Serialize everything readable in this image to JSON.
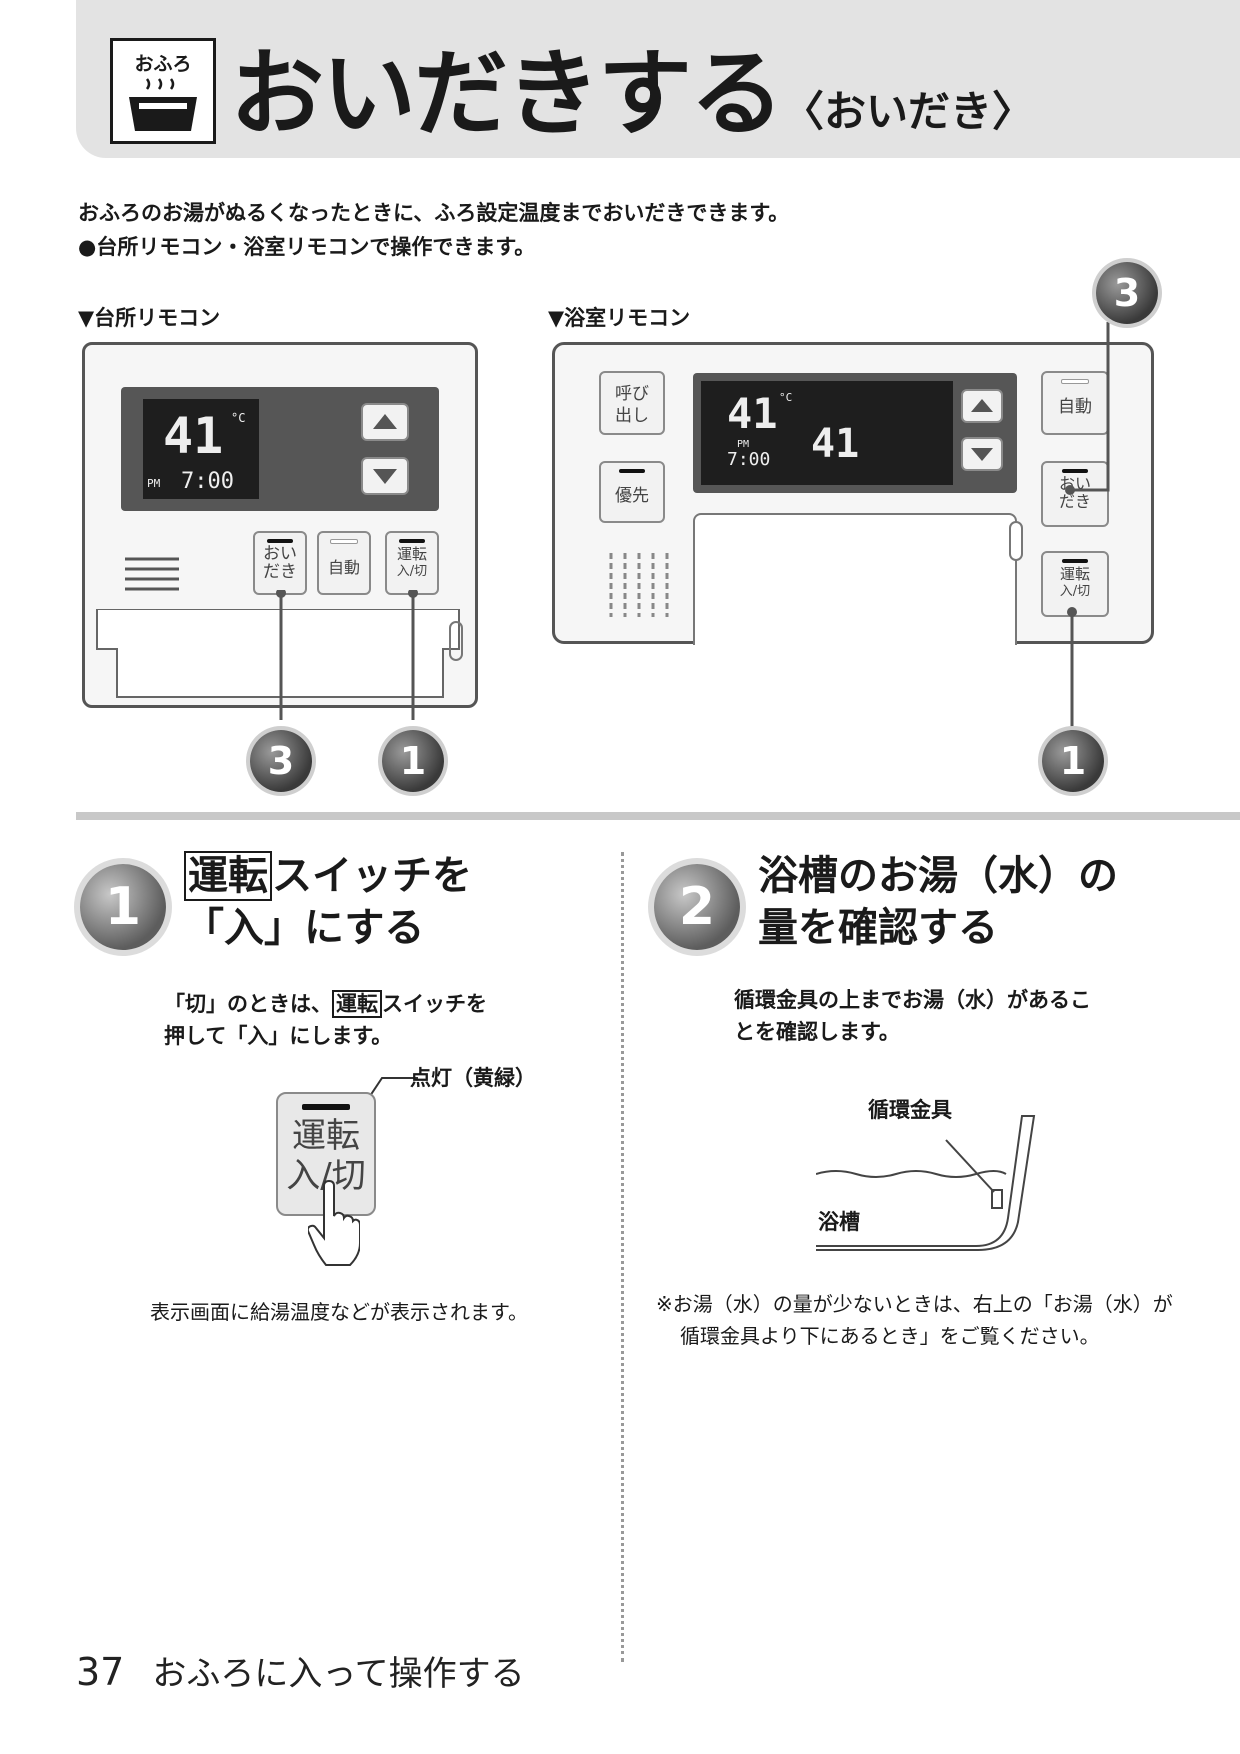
{
  "header": {
    "category": "おふろ",
    "title": "おいだきする",
    "subtitle": "〈おいだき〉"
  },
  "intro": {
    "line1": "おふろのお湯がぬるくなったときに、ふろ設定温度までおいだきできます。",
    "line2": "●台所リモコン・浴室リモコンで操作できます。"
  },
  "kitchen_remote": {
    "label": "▼台所リモコン",
    "display_temp": "41",
    "display_unit": "°C",
    "display_ampm": "PM",
    "display_time": "7:00",
    "btn_oidaki_l1": "おい",
    "btn_oidaki_l2": "だき",
    "btn_auto": "自動",
    "btn_power_l1": "運転",
    "btn_power_l2": "入/切",
    "callout_left": "3",
    "callout_right": "1"
  },
  "bath_remote": {
    "label": "▼浴室リモコン",
    "btn_call_l1": "呼び",
    "btn_call_l2": "出し",
    "btn_priority": "優先",
    "display_temp": "41",
    "display_unit": "°C",
    "display_ampm": "PM",
    "display_time": "7:00",
    "display_temp2": "41",
    "btn_auto": "自動",
    "btn_oidaki_l1": "おい",
    "btn_oidaki_l2": "だき",
    "btn_power_l1": "運転",
    "btn_power_l2": "入/切",
    "callout_top": "3",
    "callout_bottom": "1"
  },
  "step1": {
    "number": "1",
    "title_boxed": "運転",
    "title_rest": "スイッチを",
    "title_line2": "「入」にする",
    "body_pre": "「切」のときは、",
    "body_boxed": "運転",
    "body_post": "スイッチを",
    "body_line2": "押して「入」にします。",
    "lamp_note": "点灯（黄緑）",
    "btn_l1": "運転",
    "btn_l2": "入/切",
    "note": "表示画面に給湯温度などが表示されます。"
  },
  "step2": {
    "number": "2",
    "title_line1": "浴槽のお湯（水）の",
    "title_line2": "量を確認する",
    "body_line1": "循環金具の上までお湯（水）があるこ",
    "body_line2": "とを確認します。",
    "label_fitting": "循環金具",
    "label_tub": "浴槽",
    "note_line1": "※お湯（水）の量が少ないときは、右上の「お湯（水）が",
    "note_line2": "循環金具より下にあるとき」をご覧ください。"
  },
  "footer": {
    "page_number": "37",
    "section": "おふろに入って操作する"
  }
}
